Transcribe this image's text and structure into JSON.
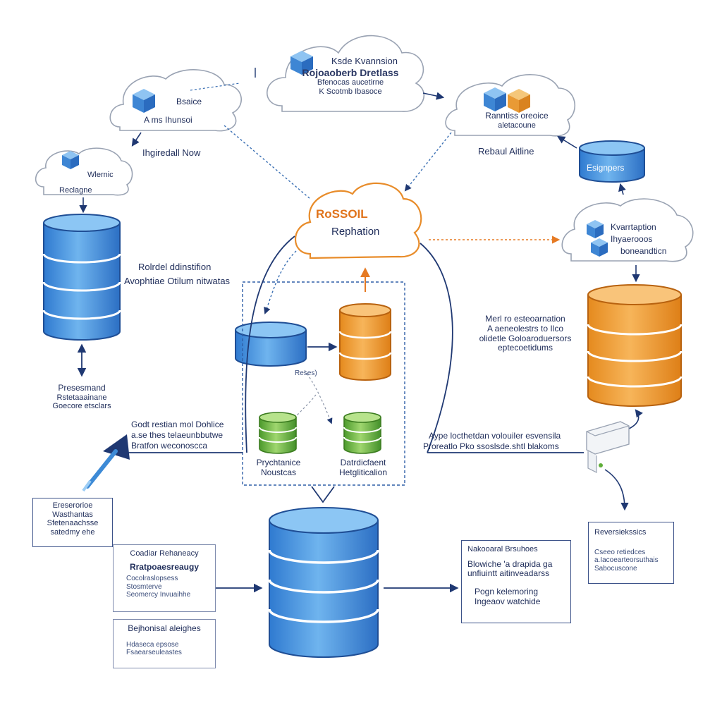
{
  "clouds": {
    "top_center": {
      "line1": "Ksde Kvannsion",
      "line2": "Rojoaoberb Dretlass",
      "line3": "Bfenocas aucetirne",
      "line4": "K Scotmb Ibasoce"
    },
    "top_left": {
      "line1": "Bsaice",
      "line2": "A ms Ihunsoi"
    },
    "top_right": {
      "line1": "Ranntiss oreoice",
      "line2": "aletacoune"
    },
    "left_small": {
      "line1": "Wlernic",
      "line2": "Reclagne"
    },
    "right_mid": {
      "line1": "Kvarrtaption",
      "line2": "Ihyaerooos",
      "line3": "boneandticn"
    },
    "center": {
      "brand": "RoSSOIL",
      "title": "Rephation"
    }
  },
  "labels": {
    "left_flow": "Ihgiredall Now",
    "right_flow": "Rebaul Aitline",
    "right_db_small": "Esignpers",
    "left_db_caption_1": "Rolrdel ddinstifion",
    "left_db_caption_2": "Avophtiae Otilum nitwatas",
    "left_bottom_1": "Presesmand",
    "left_bottom_2": "Rstetaaainane",
    "left_bottom_3": "Goecore etsclars",
    "left_arrow_1": "Godt restian mol Dohlice",
    "left_arrow_2": "a.se thes telaeunbbutwe",
    "left_arrow_3": "Bratfon weconoscca",
    "mid_right_1": "Merl ro esteoarnation",
    "mid_right_2": "A aeneolestrs to Ilco",
    "mid_right_3": "olidetle Goloaroduersors",
    "mid_right_4": "eptecoetidums",
    "right_arrow_1": "Aype locthetdan volouiler esvensila",
    "right_arrow_2": "Proreatlo Pko ssoslsde.shtl blakoms",
    "inner_mid": "Reses)",
    "green_left_1": "Prychtanice",
    "green_left_2": "Noustcas",
    "green_right_1": "Datrdicfaent",
    "green_right_2": "Hetgliticalion"
  },
  "boxes": {
    "left_note": [
      "Ereserorioe",
      "Wasthantas",
      "Sfetenaachsse",
      "satedmy ehe"
    ],
    "center_left_top": {
      "title": "Coadiar Rehaneacy",
      "subtitle": "Rratpoaesreaugy",
      "items": [
        "Cocolraslopsess",
        "Stosmterve",
        "Seomercy Invuaihhe"
      ]
    },
    "center_left_bottom": {
      "title": "Bejhonisal aleighes",
      "items": [
        "Hdaseca epsose",
        "Fsaearseuleastes"
      ]
    },
    "center_right": {
      "title": "Nakooaral Brsuhoes",
      "items": [
        "Blowiche 'a drapida ga",
        "unfiuintt aitinveadarss",
        "Pogn kelemoring",
        "Ingeaov watchide"
      ]
    },
    "far_right": {
      "title": "Reversiekssics",
      "items": [
        "Cseeo retiedces",
        "a.Iacoearteorsuthais",
        "Sabocuscone"
      ]
    }
  },
  "colors": {
    "blue": "#3d8ad6",
    "orange": "#ef9a2e",
    "green": "#5fae3a",
    "navy": "#1f3872",
    "dash": "#3a6fb3",
    "orange_dash": "#e67a23"
  }
}
